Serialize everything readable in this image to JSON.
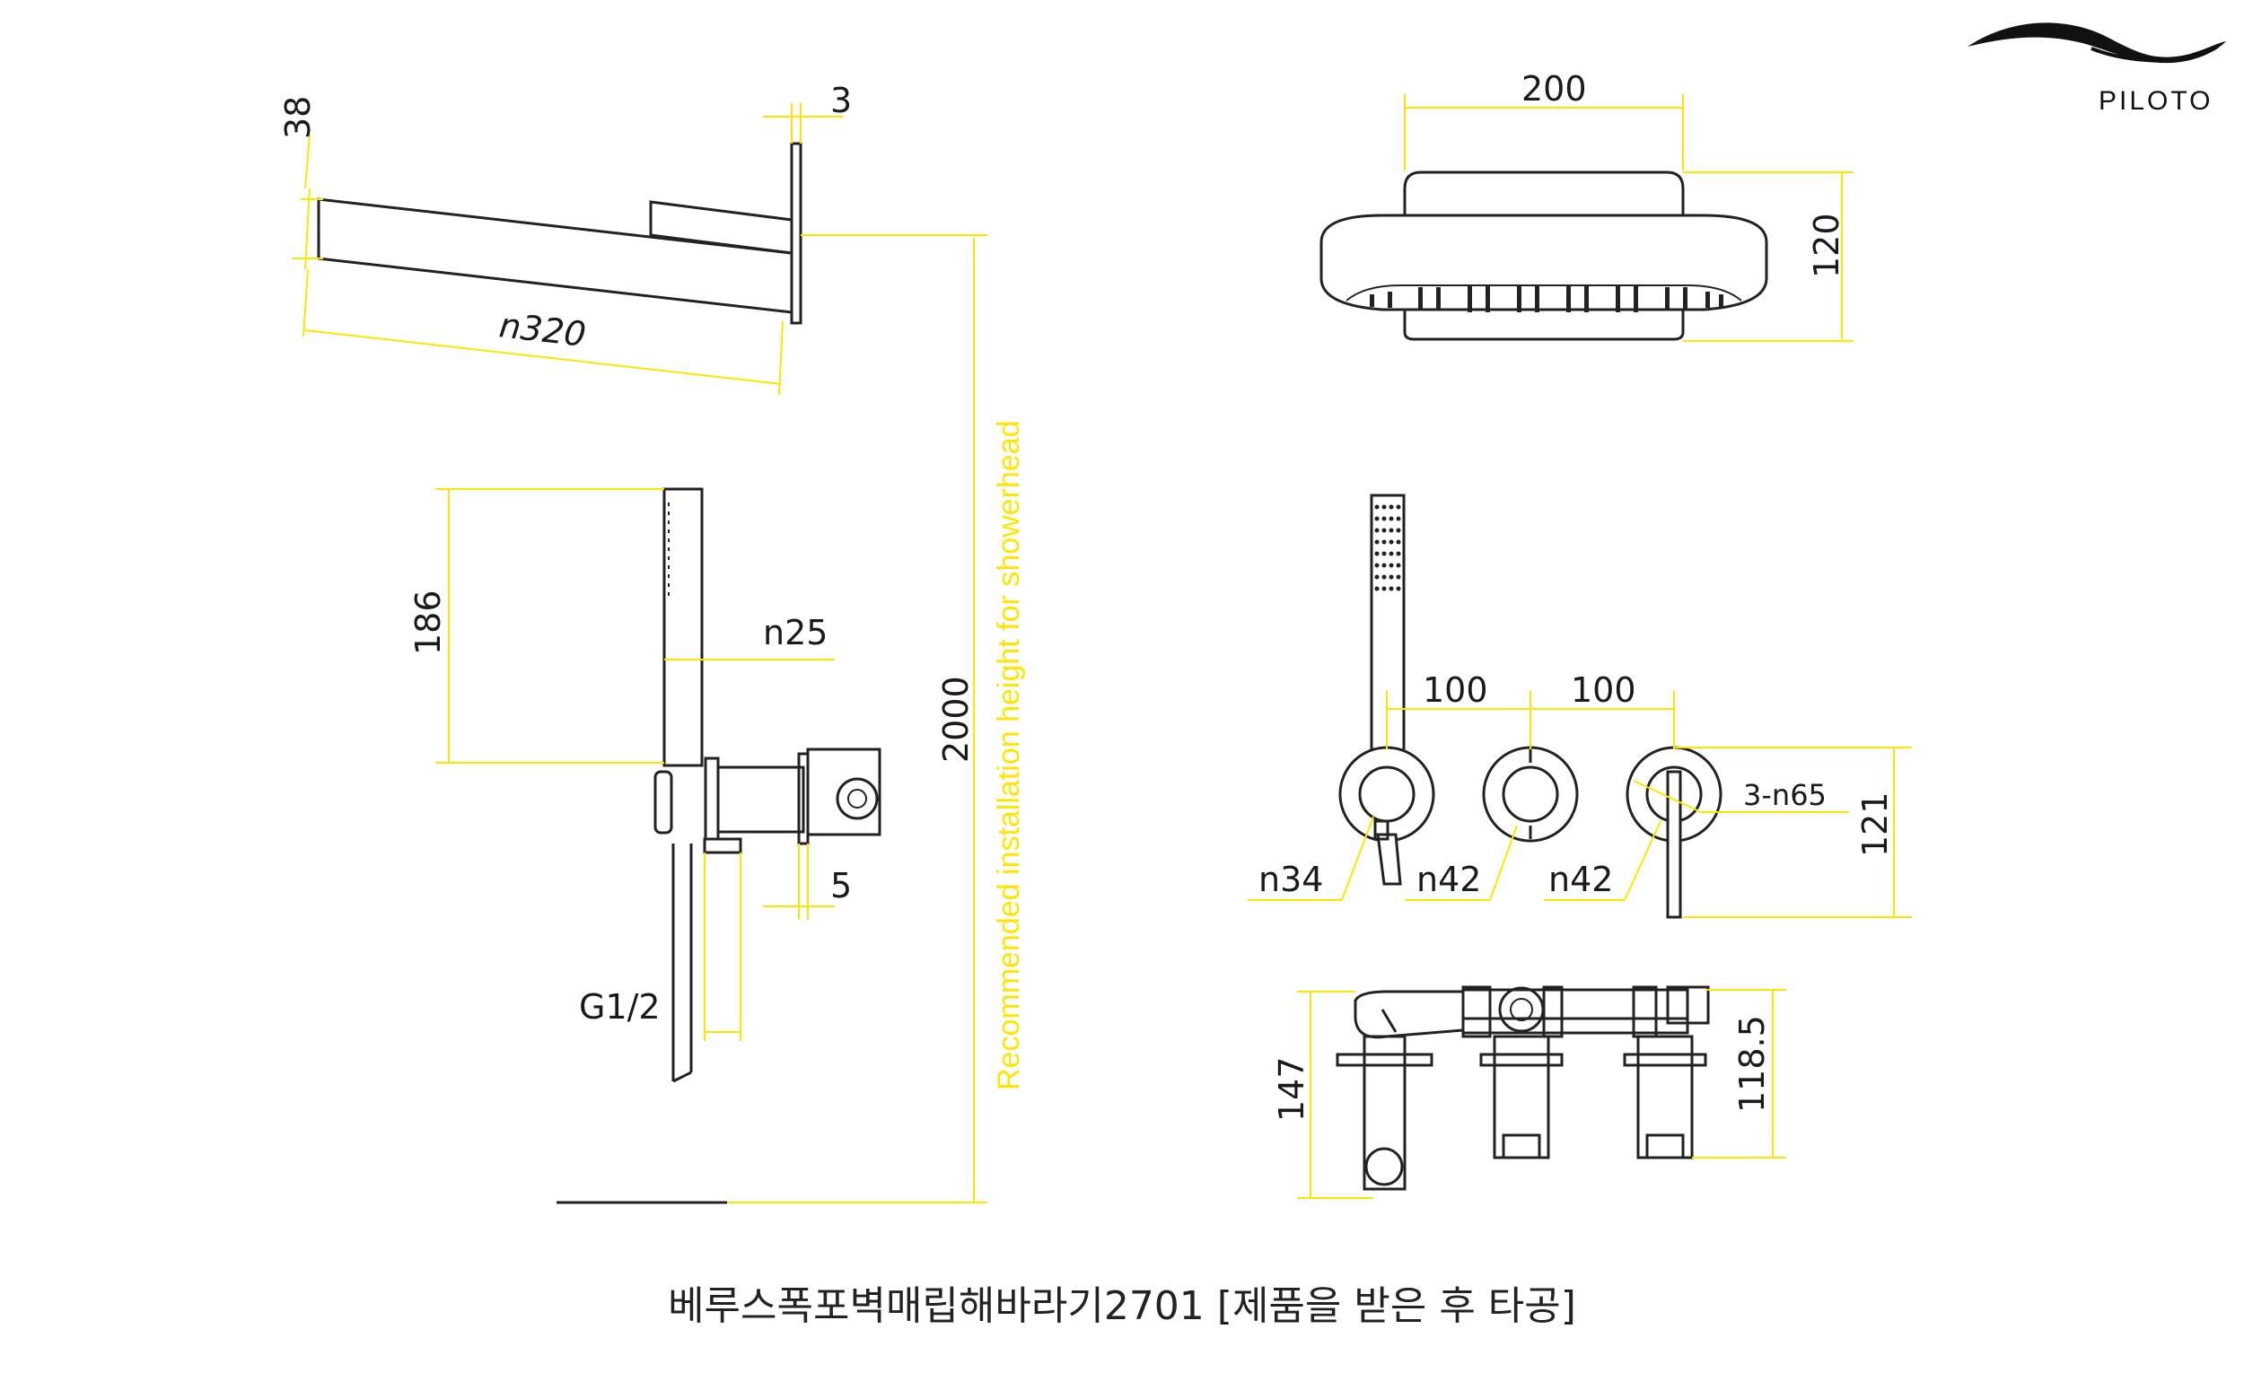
{
  "brand": {
    "name": "PILOTO",
    "logo_icon": "wave-logo-icon"
  },
  "caption": "베루스폭포벽매립해바라기2701 [제품을 받은 후 타공]",
  "install_note": "Recommended installation height for showerhead",
  "dimensions": {
    "arm_thickness": "38",
    "wall_plate": "3",
    "arm_length": "n320",
    "head_width": "200",
    "head_height": "120",
    "install_height": "2000",
    "handshower_length": "186",
    "handshower_diameter": "n25",
    "outlet_offset": "5",
    "outlet_thread": "G1/2",
    "valve_spacing_1": "100",
    "valve_spacing_2": "100",
    "plate_diameter": "3-n65",
    "plate_height": "121",
    "diverter_diameter": "n34",
    "handle_diameter_1": "n42",
    "handle_diameter_2": "n42",
    "body_depth": "147",
    "body_height": "118.5"
  },
  "colors": {
    "dimension_line": "#ffe600",
    "outline": "#222222"
  }
}
